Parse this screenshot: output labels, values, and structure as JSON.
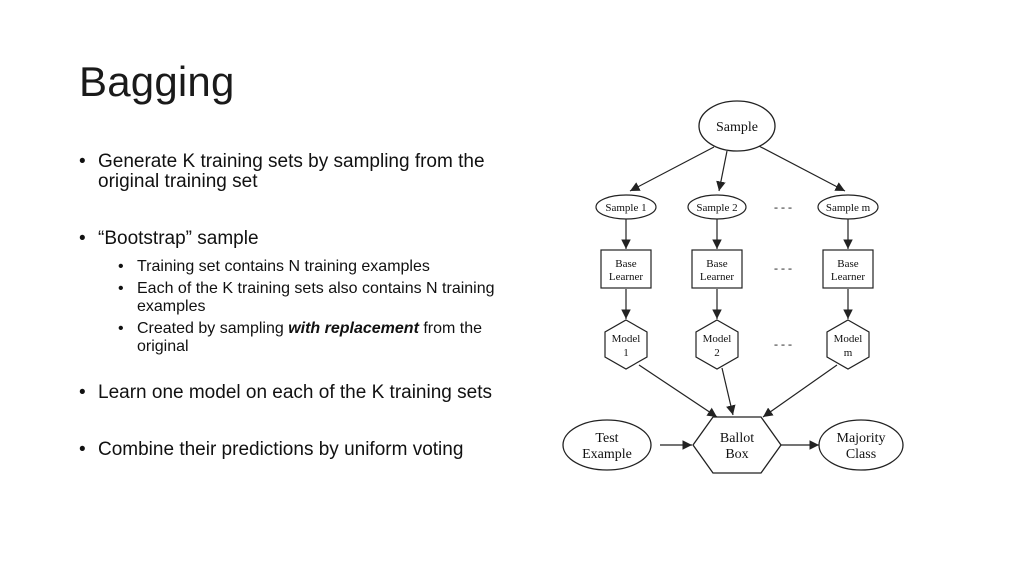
{
  "slide": {
    "title": "Bagging",
    "bullets": [
      {
        "text": "Generate K training sets by sampling from the original training set"
      },
      {
        "text": "“Bootstrap” sample",
        "sub": [
          {
            "text": "Training set contains N training examples"
          },
          {
            "text": "Each of the K training sets also contains N training examples"
          },
          {
            "prefix": "Created by sampling ",
            "emph": "with replacement",
            "suffix": " from the original"
          }
        ]
      },
      {
        "text": "Learn one model on each of the K training sets"
      },
      {
        "text": "Combine their predictions by uniform voting"
      }
    ]
  },
  "diagram": {
    "sample": "Sample",
    "samples": [
      "Sample 1",
      "Sample 2",
      "Sample m"
    ],
    "learners": [
      [
        "Base",
        "Learner"
      ],
      [
        "Base",
        "Learner"
      ],
      [
        "Base",
        "Learner"
      ]
    ],
    "models": [
      [
        "Model",
        "1"
      ],
      [
        "Model",
        "2"
      ],
      [
        "Model",
        "m"
      ]
    ],
    "test": [
      "Test",
      "Example"
    ],
    "ballot": [
      "Ballot",
      "Box"
    ],
    "majority": [
      "Majority",
      "Class"
    ],
    "ellipsis": "- - -"
  }
}
